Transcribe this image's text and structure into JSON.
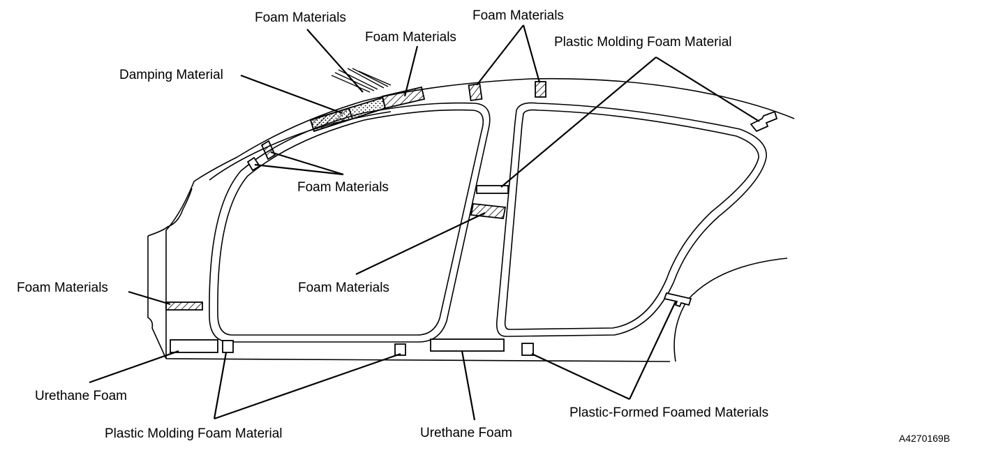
{
  "labels": {
    "foam_top_left": "Foam Materials",
    "foam_top_mid": "Foam Materials",
    "foam_top_right": "Foam Materials",
    "plastic_molding_top": "Plastic Molding Foam Material",
    "damping": "Damping Material",
    "foam_a_pillar": "Foam Materials",
    "foam_center": "Foam Materials",
    "foam_left": "Foam Materials",
    "urethane_left": "Urethane Foam",
    "plastic_molding_bottom": "Plastic Molding Foam Material",
    "urethane_bottom": "Urethane Foam",
    "plastic_formed": "Plastic-Formed Foamed Materials"
  },
  "figure_code": "A4270169B"
}
